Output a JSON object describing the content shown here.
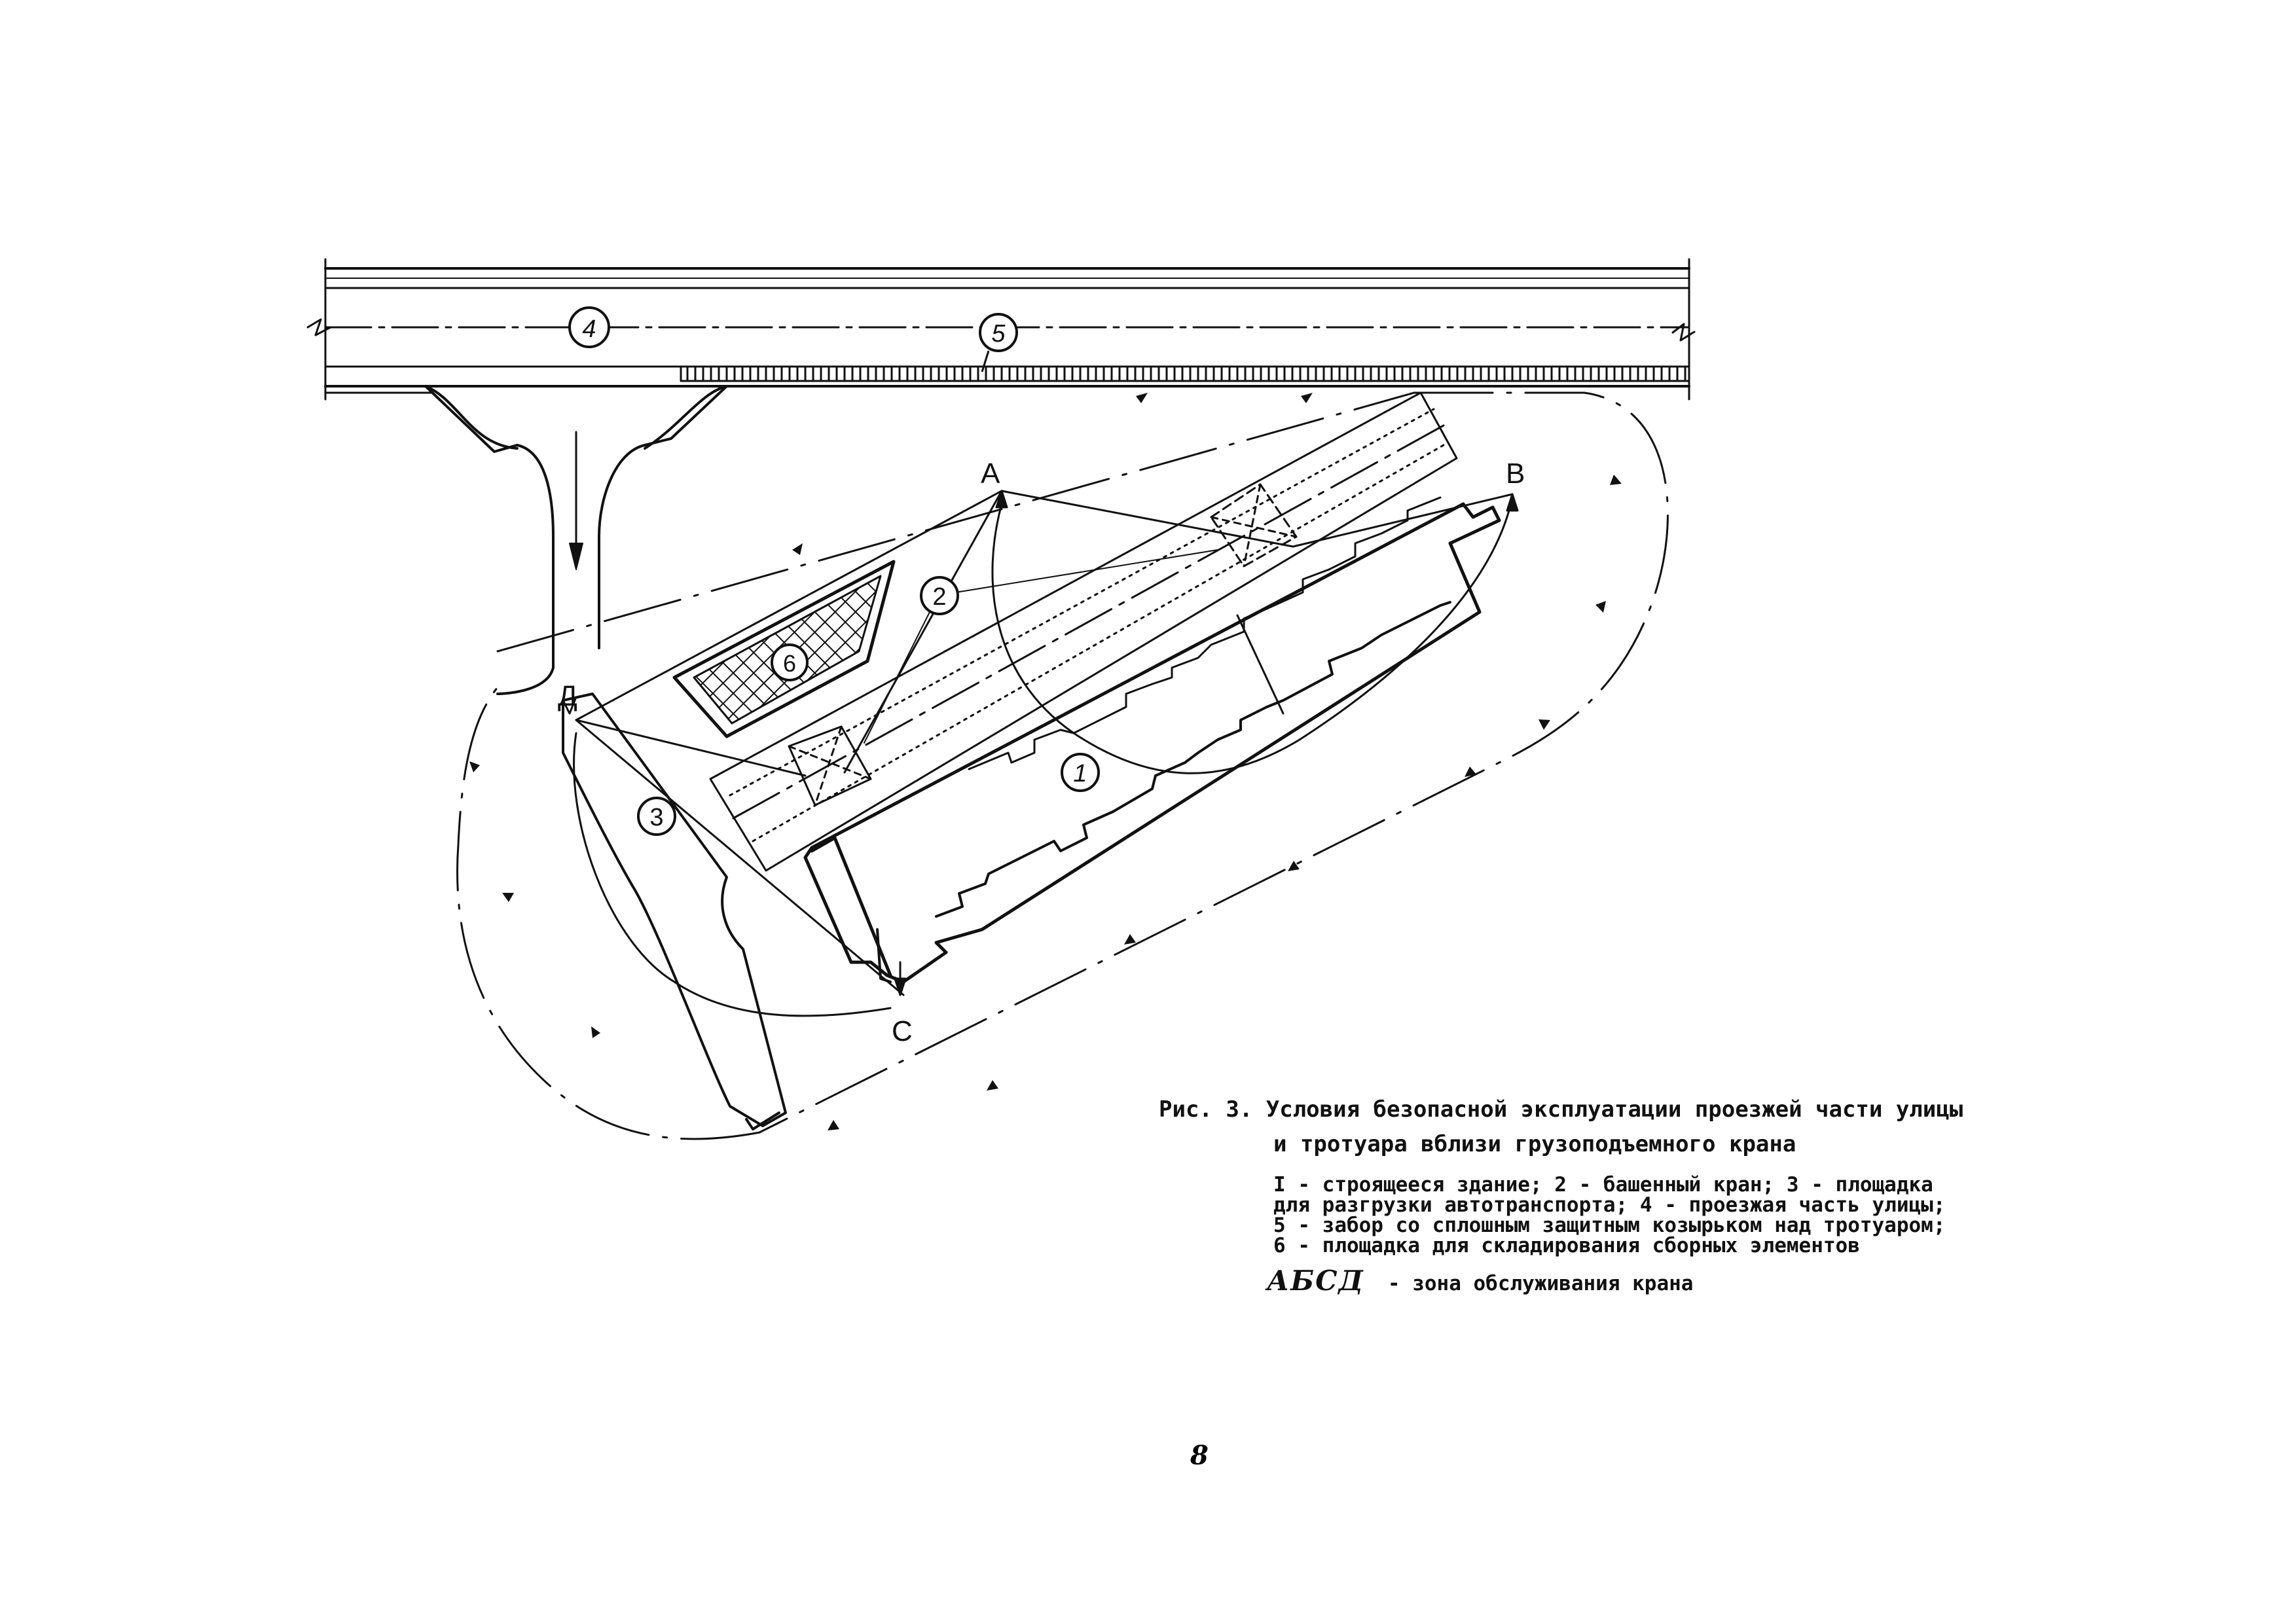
{
  "figure": {
    "title_line1": "Рис. 3. Условия безопасной эксплуатации проезжей части улицы",
    "title_line2": "и тротуара вблизи грузоподъемного крана",
    "legend": [
      "I - строящееся здание; 2 - башенный кран; 3 - площадка",
      "для разгрузки автотранспорта; 4 - проезжая часть улицы;",
      "5 - забор со сплошным защитным козырьком над тротуаром;",
      "6 - площадка для складирования сборных элементов"
    ],
    "zone_label": "АБСД",
    "zone_description": "- зона обслуживания крана"
  },
  "diagram": {
    "callouts": {
      "road": "4",
      "fence": "5",
      "crane": "2",
      "storage": "6",
      "building": "1",
      "unloading": "3"
    },
    "points": {
      "a": "A",
      "b": "B",
      "c": "C",
      "d": "Д"
    }
  },
  "page": {
    "number": "8"
  }
}
